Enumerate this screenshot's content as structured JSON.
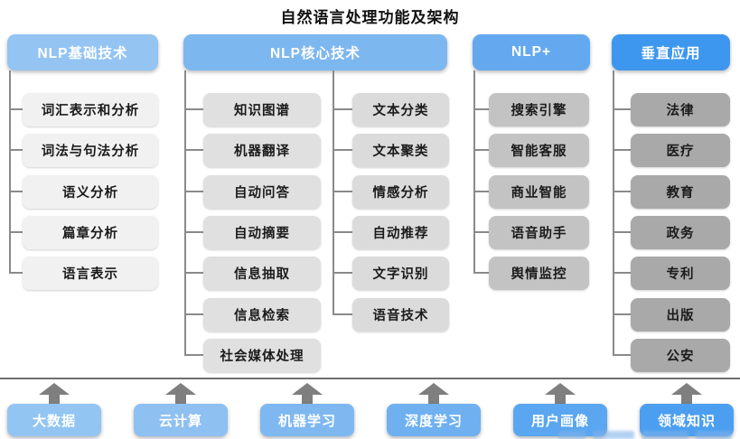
{
  "title": "自然语言处理功能及架构",
  "colors": {
    "header_basic": "#93c4f2",
    "header_core": "#7db7f0",
    "header_nlp_plus": "#64a9f0",
    "header_vertical": "#3e97ee",
    "node_basic": "#f1f1f1",
    "node_core_left": "#e0e0e0",
    "node_core_right": "#dbdbdb",
    "node_nlp_plus": "#c3c3c3",
    "node_vertical": "#a9a9a9",
    "connector": "#8a8a8a",
    "arrow": "#7f7f7f",
    "foundation_blue_range": [
      "#93c5f2",
      "#4c9ff0"
    ],
    "text_on_blue": "#ffffff",
    "text_on_gray": "#1b1b1b"
  },
  "cols": [
    {
      "header": "NLP基础技术",
      "items": [
        "词汇表示和分析",
        "词法与句法分析",
        "语义分析",
        "篇章分析",
        "语言表示"
      ]
    },
    {
      "header": "NLP核心技术",
      "items_left": [
        "知识图谱",
        "机器翻译",
        "自动问答",
        "自动摘要",
        "信息抽取",
        "信息检索",
        "社会媒体处理"
      ],
      "items_right": [
        "文本分类",
        "文本聚类",
        "情感分析",
        "自动推荐",
        "文字识别",
        "语音技术"
      ]
    },
    {
      "header": "NLP+",
      "items": [
        "搜索引擎",
        "智能客服",
        "商业智能",
        "语音助手",
        "舆情监控"
      ]
    },
    {
      "header": "垂直应用",
      "items": [
        "法律",
        "医疗",
        "教育",
        "政务",
        "专利",
        "出版",
        "公安"
      ]
    }
  ],
  "foundation": {
    "items": [
      "大数据",
      "云计算",
      "机器学习",
      "深度学习",
      "用户画像",
      "领域知识"
    ]
  }
}
